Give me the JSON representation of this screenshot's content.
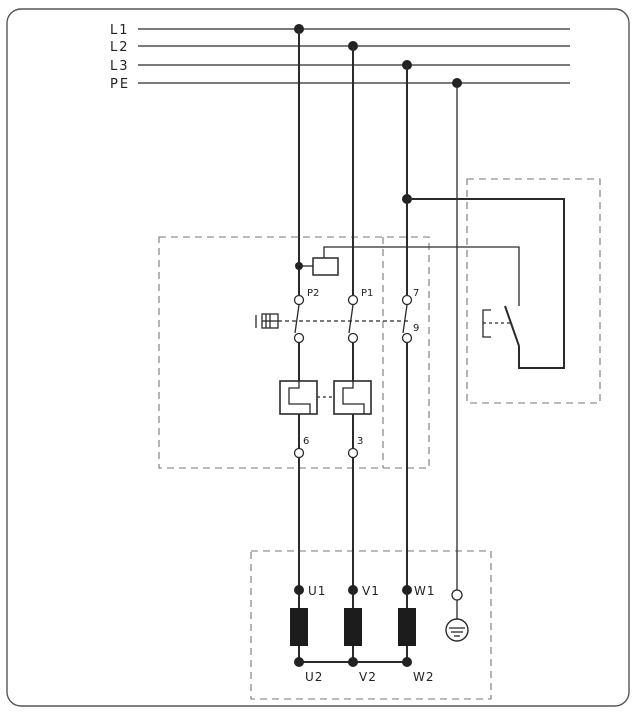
{
  "supply": {
    "l1": "L1",
    "l2": "L2",
    "l3": "L3",
    "pe": "PE"
  },
  "breaker": {
    "p2": "P2",
    "p1": "P1",
    "t7": "7",
    "t9": "9",
    "t6": "6",
    "t3": "3"
  },
  "motor": {
    "u1": "U1",
    "v1": "V1",
    "w1": "W1",
    "u2": "U2",
    "v2": "V2",
    "w2": "W2"
  }
}
